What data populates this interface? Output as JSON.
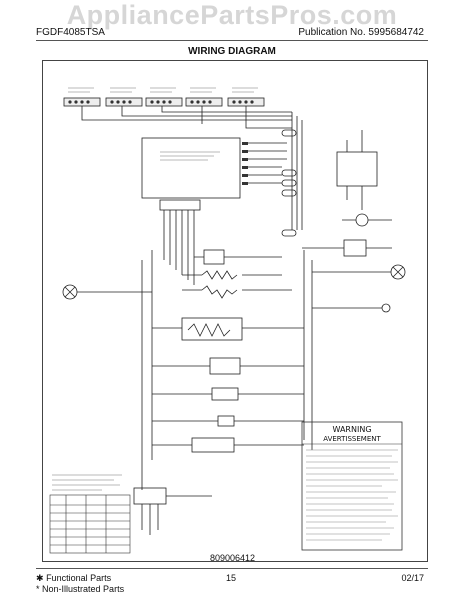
{
  "watermark": "AppliancePartsPros.com",
  "header": {
    "model": "FGDF4085TSA",
    "publication": "Publication No.  5995684742",
    "title": "WIRING DIAGRAM"
  },
  "diagram": {
    "warning_title": "WARNING",
    "warning_subtitle": "AVERTISSEMENT",
    "document_number": "809006412"
  },
  "footer": {
    "legend_functional": "Functional Parts",
    "legend_non_illustrated": "Non-Illustrated Parts",
    "page_number": "15",
    "date": "02/17"
  }
}
